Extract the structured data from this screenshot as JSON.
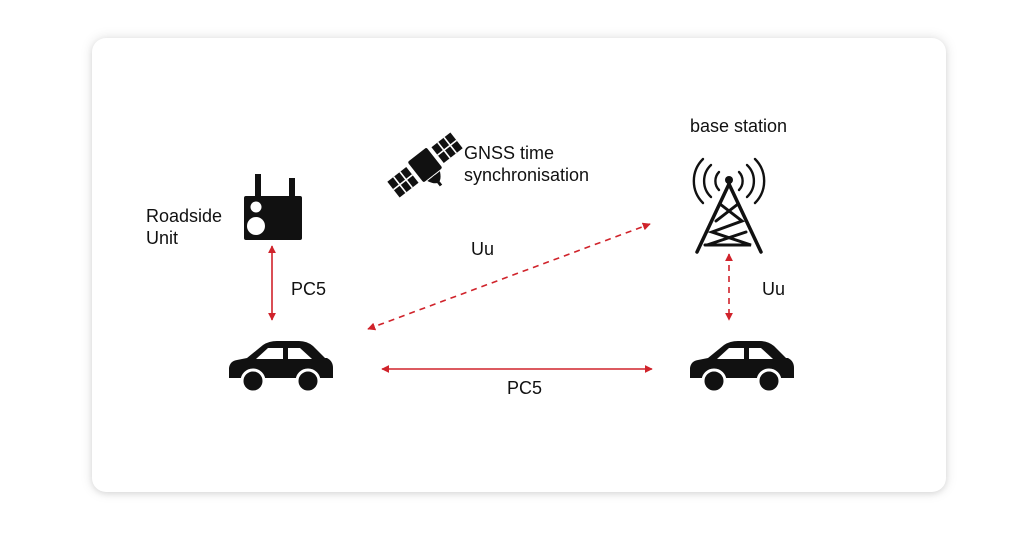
{
  "labels": {
    "roadside_unit_line1": "Roadside",
    "roadside_unit_line2": "Unit",
    "gnss_line1": "GNSS time",
    "gnss_line2": "synchronisation",
    "base_station": "base station",
    "link_rsu_car": "PC5",
    "link_car_tower_diag": "Uu",
    "link_tower_car": "Uu",
    "link_car_car": "PC5"
  },
  "icons": {
    "roadside_unit": "roadside-unit-icon",
    "satellite": "satellite-icon",
    "tower": "cell-tower-icon",
    "car_left": "car-icon",
    "car_right": "car-icon"
  },
  "colors": {
    "arrow": "#d0232b",
    "icon": "#111111",
    "text": "#111111"
  }
}
